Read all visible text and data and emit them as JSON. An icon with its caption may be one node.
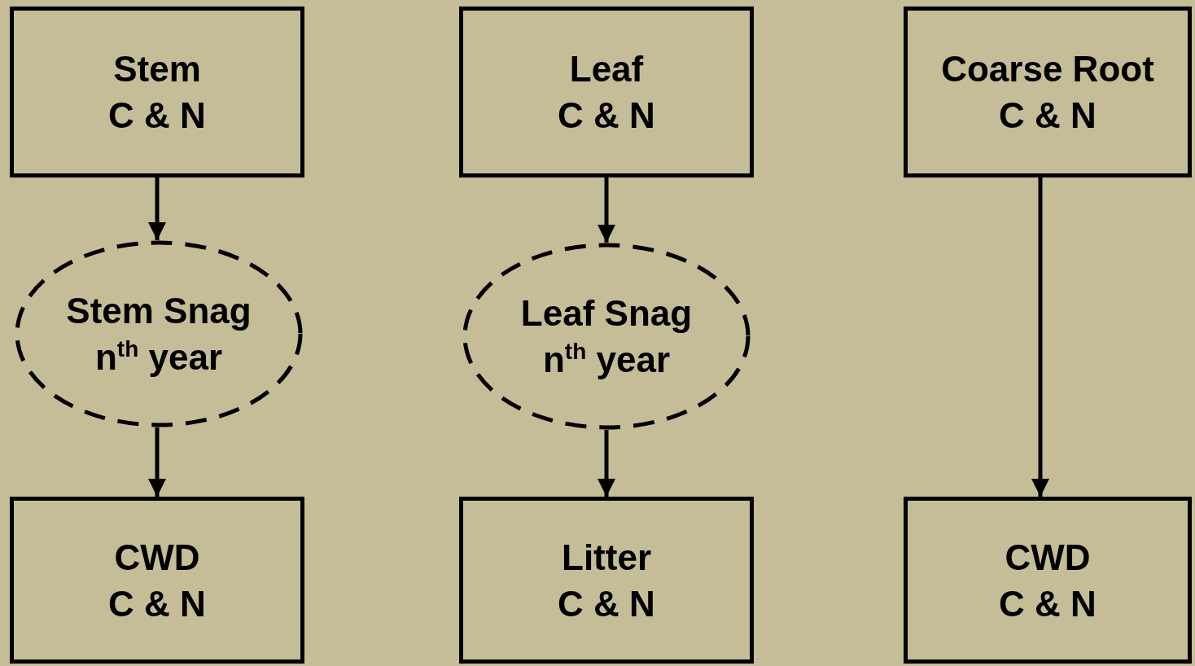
{
  "diagram": {
    "nodes": [
      {
        "text": [
          "Stem",
          "C & N"
        ]
      },
      {
        "text": [
          "Leaf",
          "C & N"
        ]
      },
      {
        "text": [
          "Coarse Root",
          "C & N"
        ]
      },
      {
        "text": [
          "Stem Snag",
          "n$^{th}$ year"
        ]
      },
      {
        "text": [
          "Leaf Snag",
          "n$^{th}$ year"
        ]
      },
      {
        "text": [
          "CWD",
          "C & N"
        ]
      },
      {
        "text": [
          "Litter",
          "C & N"
        ]
      },
      {
        "text": [
          "CWD",
          "C & N"
        ]
      }
    ],
    "edges": [
      {
        "from": 0,
        "to": 3,
        "arrow": "to"
      },
      {
        "from": 3,
        "to": 5,
        "arrow": "to"
      },
      {
        "from": 1,
        "to": 4,
        "arrow": "to"
      },
      {
        "from": 4,
        "to": 6,
        "arrow": "to"
      },
      {
        "from": 2,
        "to": 7,
        "arrow": "to"
      }
    ]
  }
}
